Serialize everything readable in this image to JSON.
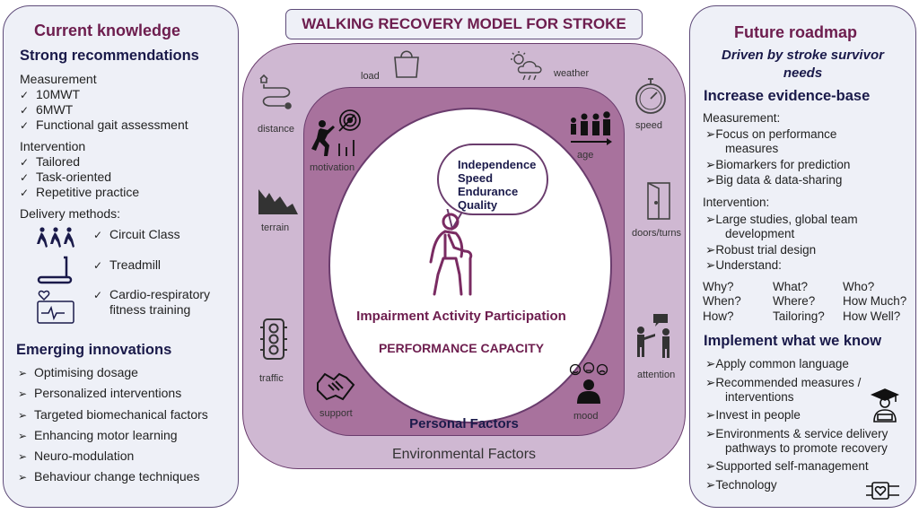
{
  "title": "WALKING RECOVERY MODEL FOR STROKE",
  "left": {
    "heading": "Current knowledge",
    "strong": "Strong recommendations",
    "measurement_label": "Measurement",
    "measurement": [
      "10MWT",
      "6MWT",
      "Functional gait assessment"
    ],
    "intervention_label": "Intervention",
    "intervention": [
      "Tailored",
      "Task-oriented",
      "Repetitive practice"
    ],
    "delivery_label": "Delivery methods:",
    "delivery": [
      "Circuit Class",
      "Treadmill",
      "Cardio-respiratory",
      "fitness training"
    ],
    "emerging": "Emerging innovations",
    "innovations": [
      "Optimising dosage",
      "Personalized interventions",
      "Targeted biomechanical factors",
      "Enhancing motor learning",
      "Neuro-modulation",
      "Behaviour change techniques"
    ]
  },
  "center": {
    "environment_label": "Environmental Factors",
    "personal_label": "Personal Factors",
    "env_factors": [
      "load",
      "weather",
      "distance",
      "speed",
      "terrain",
      "doors/turns",
      "traffic",
      "attention"
    ],
    "personal_factors": [
      "motivation",
      "age",
      "support",
      "mood"
    ],
    "bubble": [
      "Independence",
      "Speed",
      "Endurance",
      "Quality"
    ],
    "icf": "Impairment  Activity  Participation",
    "perf": "PERFORMANCE  CAPACITY"
  },
  "right": {
    "heading": "Future roadmap",
    "subtitle_l1": "Driven by stroke survivor",
    "subtitle_l2": "needs",
    "evidence": "Increase evidence-base",
    "measurement_label": "Measurement:",
    "m1a": "Focus on performance",
    "m1b": "measures",
    "m2": "Biomarkers for prediction",
    "m3": "Big data & data-sharing",
    "intervention_label": "Intervention:",
    "i1a": "Large studies, global team",
    "i1b": "development",
    "i2": "Robust trial design",
    "i3": "Understand:",
    "questions": [
      "Why?",
      "What?",
      "Who?",
      "When?",
      "Where?",
      "How Much?",
      "How?",
      "Tailoring?",
      "How Well?"
    ],
    "implement": "Implement what we know",
    "p1": "Apply common language",
    "p2a": "Recommended measures /",
    "p2b": "interventions",
    "p3": "Invest in people",
    "p4a": "Environments & service delivery",
    "p4b": "pathways to promote recovery",
    "p5": "Supported self-management",
    "p6": "Technology"
  },
  "colors": {
    "plum": "#6d1d4e",
    "navy": "#1a1a4a",
    "outer": "#cfb8d2",
    "inner": "#a8729d",
    "panel": "#eef0f7"
  }
}
